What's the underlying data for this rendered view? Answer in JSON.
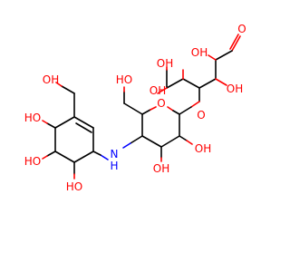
{
  "colors": {
    "bond": "#000000",
    "oxygen": "#ff0000",
    "nitrogen": "#0000ff",
    "background": "#ffffff"
  },
  "labels": {
    "aldehyde_o": "O",
    "chain_oh_c2": "OH",
    "chain_oh_c3": "OH",
    "chain_oh_c5": "OH",
    "chain_oh_c6": "OH",
    "ether_o": "O",
    "ring_o": "O",
    "ch2oh_ring": "HO",
    "glyc_oh_c2": "OH",
    "glyc_oh_c3": "OH",
    "amine_n": "N",
    "amine_h": "H",
    "cyc_ch2oh": "OH",
    "cyc_oh_1": "HO",
    "cyc_oh_2": "HO",
    "cyc_oh_3": "HO"
  }
}
